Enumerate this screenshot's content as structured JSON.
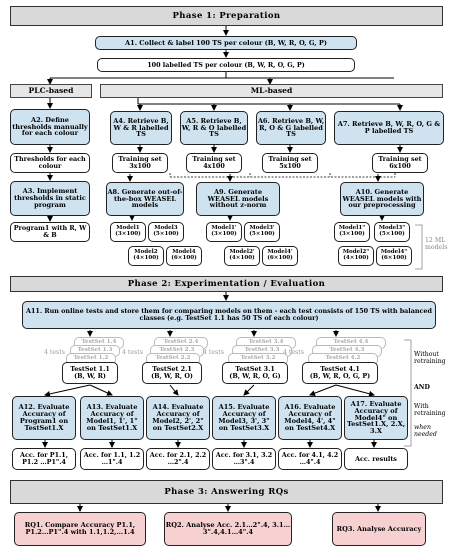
{
  "phases": {
    "p1": "Phase 1: Preparation",
    "p2": "Phase 2: Experimentation / Evaluation",
    "p3": "Phase 3: Answering RQs"
  },
  "a1": "A1. Collect & label 100 TS per colour (B, W, R, O, G, P)",
  "labelled": "100 labelled TS per colour (B, W, R, O, G, P)",
  "plc": {
    "header": "PLC-based",
    "a2": "A2. Define thresholds manually for each colour",
    "thresholds": "Thresholds for each colour",
    "a3": "A3. Implement thresholds in static program",
    "program": "Program1 with R, W & B"
  },
  "ml": {
    "header": "ML-based",
    "retrieve": [
      "A4. Retrieve B, W & R labelled TS",
      "A5. Retrieve B, W, R & O labelled TS",
      "A6. Retrieve B, W, R, O & G labelled TS",
      "A7. Retrieve B, W, R, O, G & P labelled TS"
    ],
    "training": [
      {
        "name": "Training set",
        "size": "3x100"
      },
      {
        "name": "Training set",
        "size": "4x100"
      },
      {
        "name": "Training set",
        "size": "5x100"
      },
      {
        "name": "Training set",
        "size": "6x100"
      }
    ],
    "generate": [
      "A8. Generate out-of-the-box WEASEL models",
      "A9. Generate WEASEL models without z-norm",
      "A10. Generate WEASEL models with our preprocessing"
    ],
    "models": [
      [
        {
          "name": "Model1",
          "size": "(3×100)"
        },
        {
          "name": "Model3",
          "size": "(5×100)"
        },
        {
          "name": "Model2",
          "size": "(4×100)"
        },
        {
          "name": "Model4",
          "size": "(6×100)"
        }
      ],
      [
        {
          "name": "Model1'",
          "size": "(3×100)"
        },
        {
          "name": "Model3'",
          "size": "(5×100)"
        },
        {
          "name": "Model2'",
          "size": "(4×100)"
        },
        {
          "name": "Model4'",
          "size": "(6×100)"
        }
      ],
      [
        {
          "name": "Model1\"",
          "size": "(3×100)"
        },
        {
          "name": "Model3\"",
          "size": "(5×100)"
        },
        {
          "name": "Model2\"",
          "size": "(4×100)"
        },
        {
          "name": "Model4\"",
          "size": "(6×100)"
        }
      ]
    ],
    "models_count": "12 ML models"
  },
  "a11": "A11. Run online tests and store them for comparing models on them - each test consists of 150 TS with balanced classes (e.g. TestSet 1.1 has 50 TS of each colour)",
  "testsets": [
    {
      "ghost": [
        "TestSet 1.4",
        "TestSet 1.3",
        "TestSet 1.2"
      ],
      "name": "TestSet 1.1",
      "classes": "(B, W, R)",
      "tests": "4 tests"
    },
    {
      "ghost": [
        "TestSet 2.4",
        "TestSet 2.3",
        "TestSet 2.2"
      ],
      "name": "TestSet 2.1",
      "classes": "(B, W, R, O)",
      "tests": "4 tests"
    },
    {
      "ghost": [
        "TestSet 3.4",
        "TestSet 3.3",
        "TestSet 3.2"
      ],
      "name": "TestSet 3.1",
      "classes": "(B, W, R, O, G)",
      "tests": "4 tests"
    },
    {
      "ghost": [
        "TestSet 4.4",
        "TestSet 4.3",
        "TestSet 4.2"
      ],
      "name": "TestSet 4.1",
      "classes": "(B, W, R, O, G, P)",
      "tests": "4 tests"
    }
  ],
  "retraining": {
    "without": "Without retraining",
    "and": "AND",
    "with": "With retraining",
    "when": "when needed"
  },
  "evaluate": [
    "A12. Evaluate Accuracy of Program1 on TestSet1.X",
    "A13. Evaluate Accuracy of Model1, 1', 1\" on TestSet1.X",
    "A14. Evaluate Accuracy of Model2, 2', 2\" on TestSet2.X",
    "A15. Evaluate Accuracy of Model3, 3', 3\" on TestSet3.X",
    "A16. Evaluate Accuracy of Model4, 4', 4\" on TestSet4.X",
    "A17. Evaluate Accuracy of Model4\" on TestSet1.X, 2.X, 3.X"
  ],
  "acc": [
    "Acc. for P1.1, P1.2 …P1\".4",
    "Acc. for 1.1, 1.2 …1\".4",
    "Acc. for 2.1, 2.2 …2\".4",
    "Acc. for 3.1, 3.2 …3\".4",
    "Acc. for 4.1, 4.2 …4\".4",
    "Acc. results"
  ],
  "rq": [
    "RQ1. Compare Accuracy P1.1, P1.2…P1\".4 with 1.1,1.2,…1.4",
    "RQ2. Analyse Acc. 2.1…2\".4, 3.1…3\".4,4.1…4\".4",
    "RQ3. Analyse Accuracy"
  ]
}
